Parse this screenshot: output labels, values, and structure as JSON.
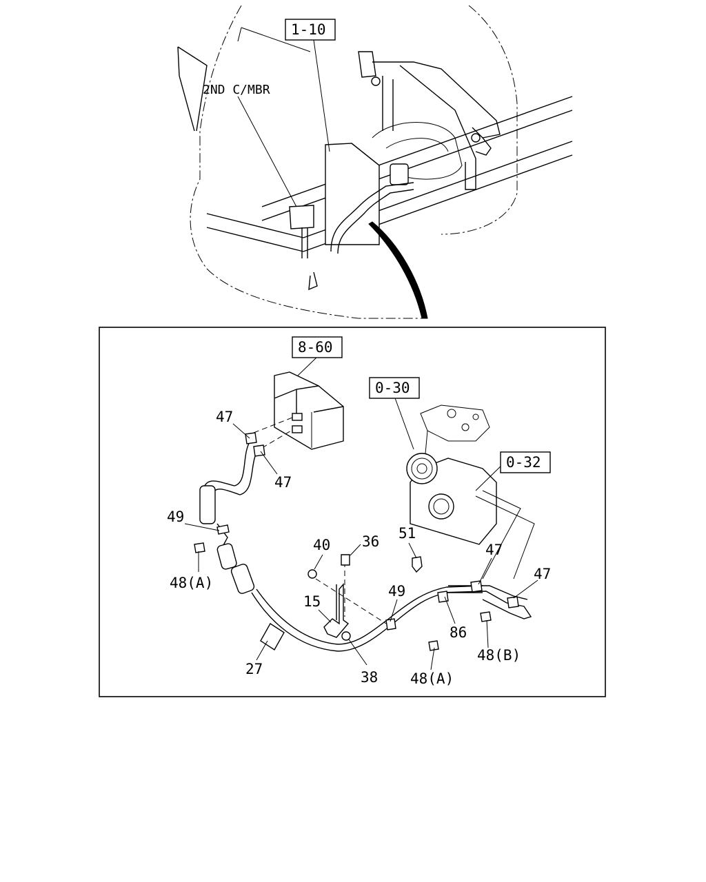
{
  "diagram": {
    "references": {
      "ref_1_10": "1-10",
      "ref_8_60": "8-60",
      "ref_0_30": "0-30",
      "ref_0_32": "0-32"
    },
    "labels": {
      "second_crossmember": "2ND C/MBR",
      "part_47_a": "47",
      "part_47_b": "47",
      "part_47_c": "47",
      "part_47_d": "47",
      "part_49_a": "49",
      "part_49_b": "49",
      "part_48a_a": "48(A)",
      "part_48a_b": "48(A)",
      "part_48b": "48(B)",
      "part_40": "40",
      "part_36": "36",
      "part_51": "51",
      "part_15": "15",
      "part_86": "86",
      "part_27": "27",
      "part_38": "38"
    }
  }
}
